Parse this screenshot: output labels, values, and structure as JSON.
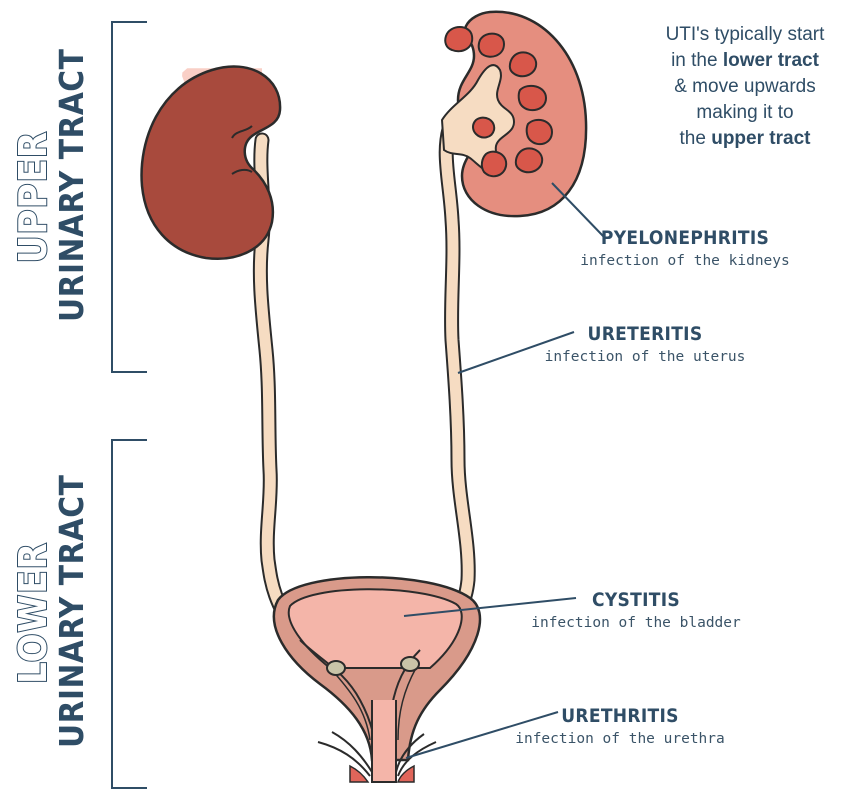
{
  "note": {
    "line1": "UTI's typically start",
    "line2_pre": "in the ",
    "line2_bold": "lower tract",
    "line3": "& move upwards",
    "line4": "making it to",
    "line5_pre": "the ",
    "line5_bold": "upper tract"
  },
  "side_labels": {
    "upper": {
      "big": "UPPER",
      "small": "URINARY TRACT"
    },
    "lower": {
      "big": "LOWER",
      "small": "URINARY TRACT"
    }
  },
  "conditions": [
    {
      "name": "PYELONEPHRITIS",
      "desc": "infection of the kidneys"
    },
    {
      "name": "URETERITIS",
      "desc": "infection of the uterus"
    },
    {
      "name": "CYSTITIS",
      "desc": "infection of the bladder"
    },
    {
      "name": "URETHRITIS",
      "desc": "infection of the urethra"
    }
  ],
  "colors": {
    "text": "#2f4d66",
    "kidney_left": "#a84a3d",
    "kidney_right": "#e58e7f",
    "calyx": "#d8574a",
    "ureter": "#f6dcc2",
    "bladder": "#f4b5a9",
    "bladder_wall": "#d99a8a",
    "note_bg": "#f9cfc6"
  }
}
